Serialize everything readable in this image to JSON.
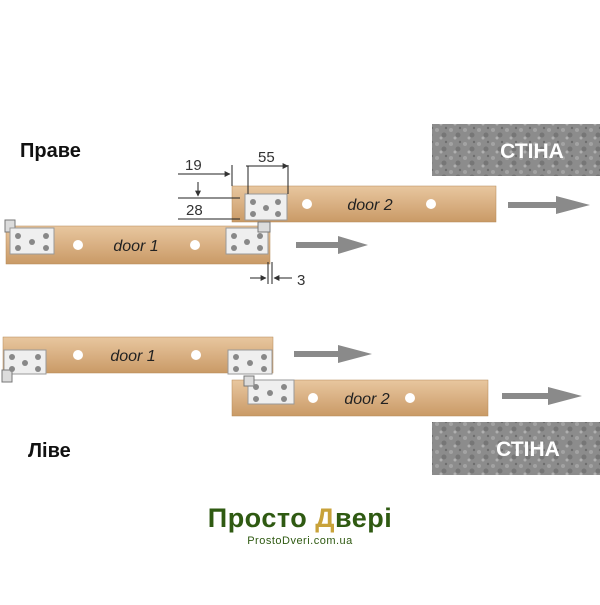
{
  "labels": {
    "right_title": "Праве",
    "left_title": "Ліве",
    "wall": "СТІНА",
    "door1": "door 1",
    "door2": "door 2"
  },
  "dimensions": {
    "offset_h": "19",
    "width": "55",
    "offset_v": "28",
    "gap": "3"
  },
  "logo": {
    "main_pre": "Просто ",
    "main_d": "Д",
    "main_post": "вері",
    "sub": "ProstoDveri.com.ua"
  },
  "colors": {
    "wood": "#ddb68a",
    "wood_dark": "#c99a66",
    "wall": "#8e8e8e",
    "arrow": "#8a8a8a",
    "hinge": "#eeeeee",
    "logo_green": "#2f5a12",
    "logo_gold": "#c8a23a"
  }
}
